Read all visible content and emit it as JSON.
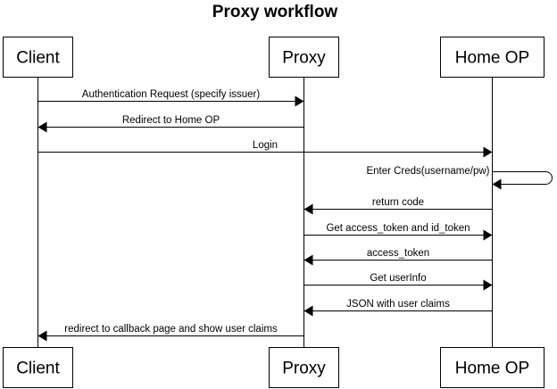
{
  "title": "Proxy workflow",
  "participants": [
    {
      "id": "client",
      "label": "Client"
    },
    {
      "id": "proxy",
      "label": "Proxy"
    },
    {
      "id": "homeop",
      "label": "Home OP"
    }
  ],
  "messages": [
    {
      "from": "client",
      "to": "proxy",
      "label": "Authentication Request (specify issuer)"
    },
    {
      "from": "proxy",
      "to": "client",
      "label": "Redirect to Home OP"
    },
    {
      "from": "client",
      "to": "homeop",
      "label": "Login"
    },
    {
      "from": "homeop",
      "to": "homeop",
      "label": "Enter Creds(username/pw)"
    },
    {
      "from": "homeop",
      "to": "proxy",
      "label": "return code"
    },
    {
      "from": "proxy",
      "to": "homeop",
      "label": "Get access_token and id_token"
    },
    {
      "from": "homeop",
      "to": "proxy",
      "label": "access_token"
    },
    {
      "from": "proxy",
      "to": "homeop",
      "label": "Get userInfo"
    },
    {
      "from": "homeop",
      "to": "proxy",
      "label": "JSON with user claims"
    },
    {
      "from": "proxy",
      "to": "client",
      "label": "redirect to callback page and show user claims"
    }
  ]
}
